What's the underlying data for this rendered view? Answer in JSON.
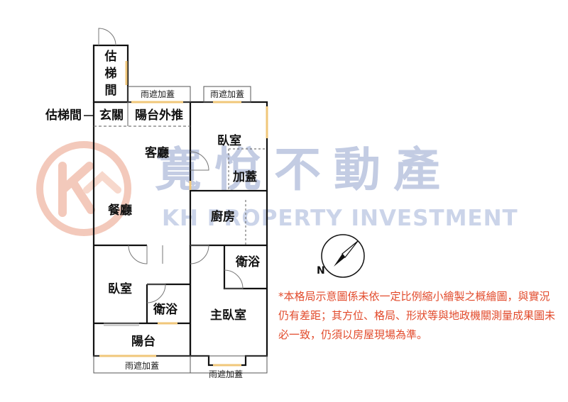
{
  "watermark": {
    "chinese": "寬悅不動產",
    "english": "KH PROPERTY INVESTMENT",
    "logo_color": "#f3c9bb",
    "text_color": "#b9c4df"
  },
  "rooms": {
    "stair_top": "估梯間",
    "stair_side": "估梯間",
    "entry": "玄關",
    "balcony_ext": "陽台外推",
    "living": "客廳",
    "dining": "餐廳",
    "bedroom_top": "臥室",
    "plus_roof": "加蓋",
    "kitchen": "廚房",
    "bath_right": "衛浴",
    "bedroom_left": "臥室",
    "bath_left": "衛浴",
    "master": "主臥室",
    "balcony": "陽台"
  },
  "awnings": {
    "top_left": "雨遮加蓋",
    "top_right": "雨遮加蓋",
    "bottom_left": "雨遮加蓋",
    "bottom_right": "雨遮加蓋"
  },
  "compass": {
    "label": "N"
  },
  "disclaimer": "*本格局示意圖係未依一定比例縮小繪製之概繪圖，與實況仍有差距；其方位、格局、形狀等與地政機關測量成果圖未必一致，仍須以房屋現場為準。",
  "colors": {
    "wall": "#111111",
    "window": "#f0c77a",
    "disclaimer": "#e24a2b"
  }
}
